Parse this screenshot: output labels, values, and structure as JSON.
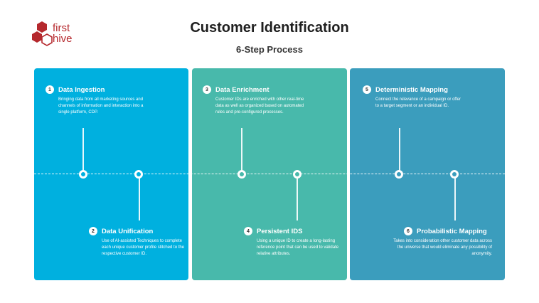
{
  "logo": {
    "line1": "first",
    "line2": "hive",
    "color": "#b5282d"
  },
  "title": "Customer Identification",
  "subtitle": "6-Step Process",
  "colors": {
    "panel1": "#00b0df",
    "panel2": "#48b9ab",
    "panel3": "#3b9dbd"
  },
  "steps": [
    {
      "number": "1",
      "title": "Data Ingestion",
      "description": "Bringing data from all marketing sources and channels of information and interaction into a single platform, CDP."
    },
    {
      "number": "2",
      "title": "Data Unification",
      "description": "Use of AI-assisted Techniques to complete each unique customer profile stitched to the respective customer ID."
    },
    {
      "number": "3",
      "title": "Data Enrichment",
      "description": "Customer IDs are enriched with other real-time data as well as organized based on automated rules and pre-configured processes."
    },
    {
      "number": "4",
      "title": "Persistent IDS",
      "description": "Using a unique ID to create a long-lasting reference point that can be used to validate relative attributes."
    },
    {
      "number": "5",
      "title": "Deterministic Mapping",
      "description": "Connect the relevance of a campaign or offer to a target segment or an individual ID."
    },
    {
      "number": "6",
      "title": "Probabilistic Mapping",
      "description": "Takes into consideration other customer data across the universe that would eliminate any possibility of anonymity."
    }
  ]
}
